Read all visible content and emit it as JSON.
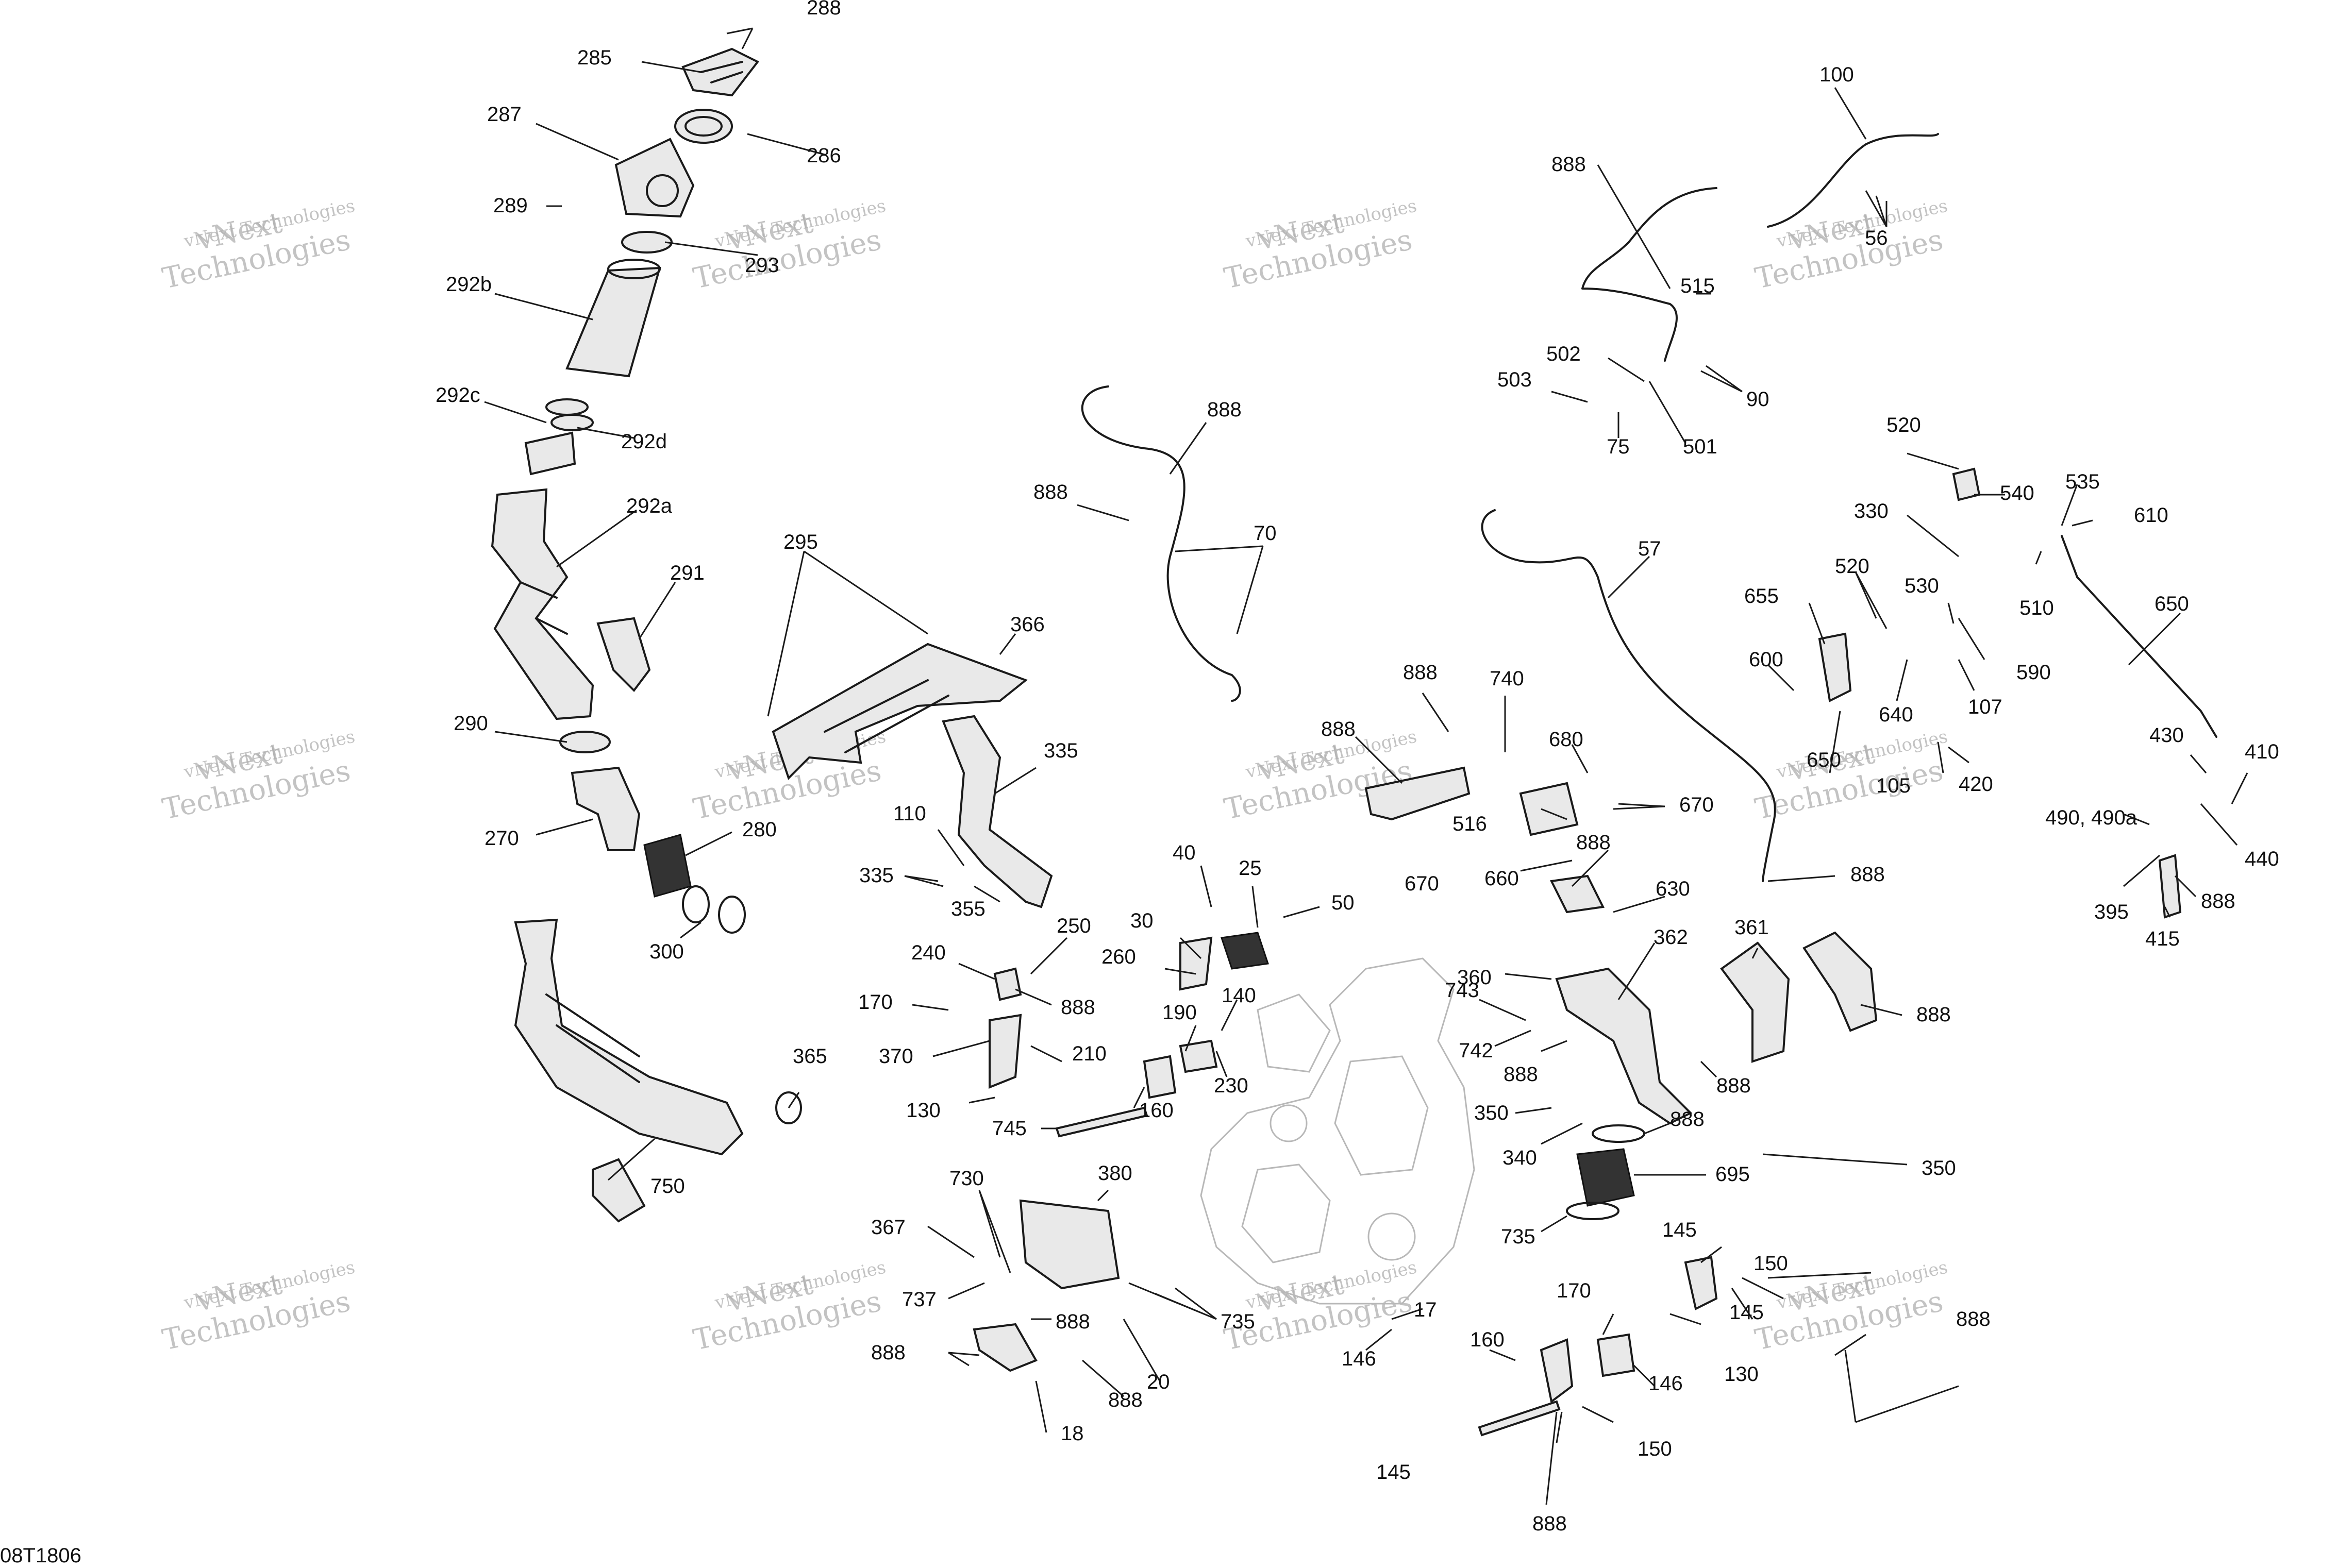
{
  "diagram": {
    "reference": "08T1806",
    "watermark": {
      "line1": "vNext Technologies",
      "line2": "vNext",
      "line3": "Technologies"
    },
    "callouts": [
      "288",
      "285",
      "287",
      "286",
      "289",
      "293",
      "292b",
      "292c",
      "292d",
      "292a",
      "291",
      "290",
      "270",
      "280",
      "300",
      "295",
      "366",
      "335",
      "110",
      "335",
      "355",
      "365",
      "750",
      "888",
      "888",
      "70",
      "888",
      "515",
      "502",
      "503",
      "75",
      "501",
      "90",
      "100",
      "56",
      "57",
      "888",
      "888",
      "740",
      "888",
      "670",
      "680",
      "516",
      "670",
      "660",
      "888",
      "630",
      "520",
      "540",
      "535",
      "610",
      "330",
      "520",
      "530",
      "510",
      "650",
      "655",
      "600",
      "590",
      "650",
      "640",
      "107",
      "105",
      "420",
      "430",
      "410",
      "490, 490a",
      "440",
      "395",
      "415",
      "888",
      "40",
      "25",
      "50",
      "30",
      "260",
      "250",
      "240",
      "888",
      "170",
      "140",
      "190",
      "230",
      "370",
      "210",
      "130",
      "160",
      "745",
      "360",
      "362",
      "361",
      "888",
      "743",
      "742",
      "888",
      "888",
      "350",
      "888",
      "340",
      "695",
      "350",
      "735",
      "730",
      "380",
      "367",
      "737",
      "888",
      "735",
      "888",
      "888",
      "20",
      "18",
      "17",
      "146",
      "145",
      "170",
      "150",
      "145",
      "130",
      "146",
      "160",
      "145",
      "150",
      "888",
      "888"
    ]
  }
}
